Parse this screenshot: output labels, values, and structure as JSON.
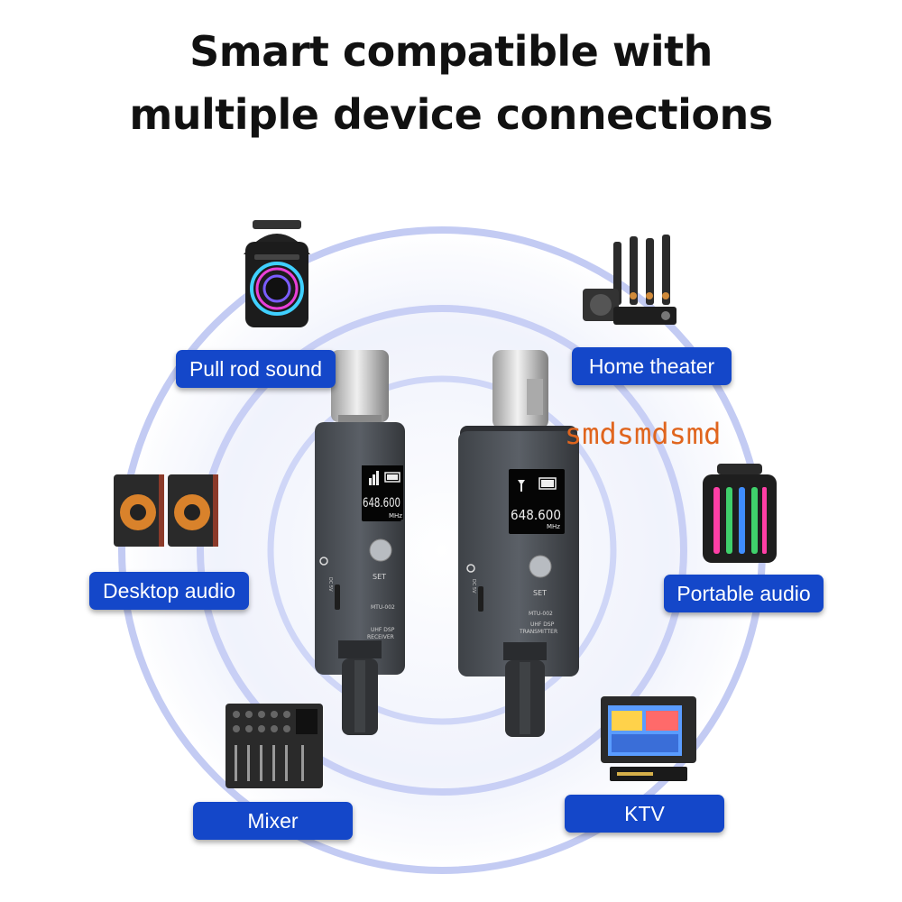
{
  "headline": {
    "line1": "Smart compatible with",
    "line2": "multiple device connections"
  },
  "labels": {
    "pull_rod": "Pull rod sound",
    "home_theater": "Home theater",
    "desktop_audio": "Desktop audio",
    "portable_audio": "Portable audio",
    "mixer": "Mixer",
    "ktv": "KTV"
  },
  "receiver": {
    "frequency": "648.600",
    "unit": "MHz",
    "button": "SET",
    "model": "MTU-002",
    "type_line1": "UHF DSP",
    "type_line2": "RECEIVER",
    "side_text": "DC 5V"
  },
  "transmitter": {
    "frequency": "648.600",
    "unit": "MHz",
    "button": "SET",
    "model": "MTU-002",
    "type_line1": "UHF DSP",
    "type_line2": "TRANSMITTER",
    "side_text": "DC 5V"
  },
  "watermark": "smdsmdsmd",
  "colors": {
    "label_bg": "#1447c9",
    "ring": "#b9c3f2",
    "watermark": "#e0651e"
  }
}
